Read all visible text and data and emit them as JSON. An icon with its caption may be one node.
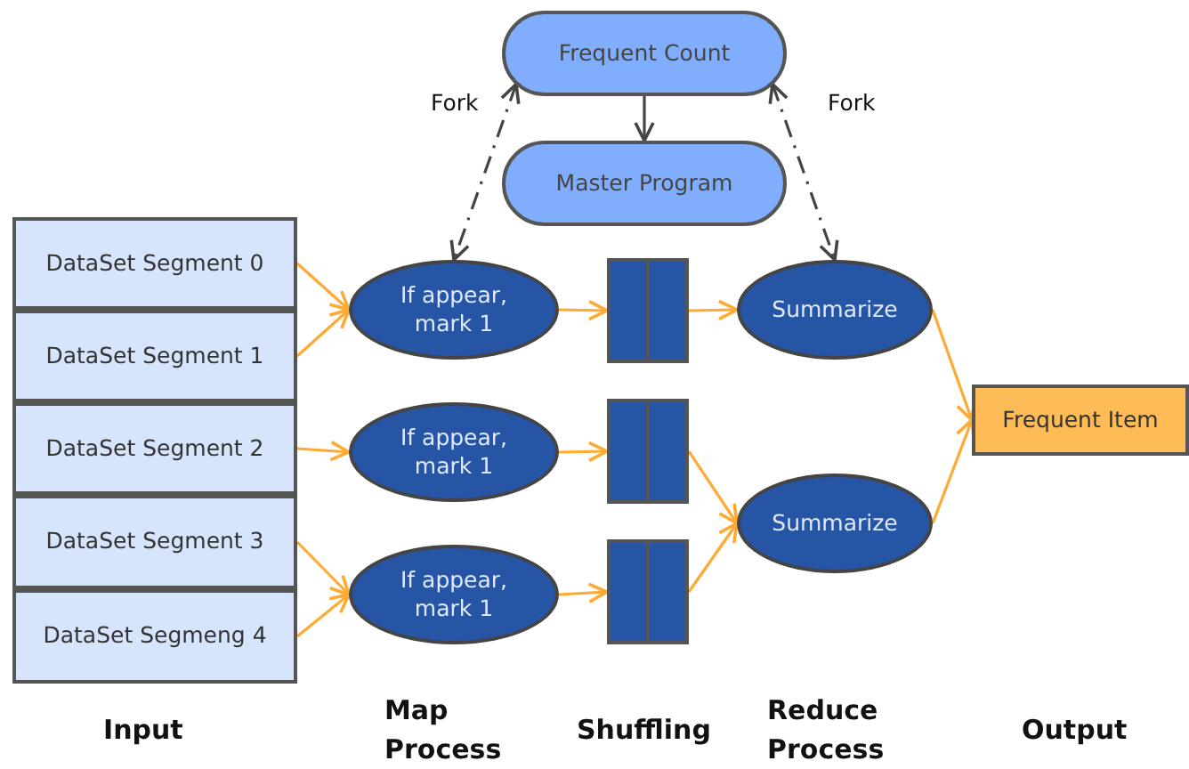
{
  "diagram": {
    "nodes": [
      {
        "text": [
          "Frequent Count"
        ]
      },
      {
        "text": [
          "Master Program"
        ]
      },
      {
        "text": [
          "DataSet Segment 0"
        ]
      },
      {
        "text": [
          "DataSet Segment 1"
        ]
      },
      {
        "text": [
          "DataSet Segment 2"
        ]
      },
      {
        "text": [
          "DataSet Segment 3"
        ]
      },
      {
        "text": [
          "DataSet Segmeng 4"
        ]
      },
      {
        "text": [
          "If appear, mark 1"
        ]
      },
      {
        "text": [
          "If appear, mark 1"
        ]
      },
      {
        "text": [
          "If appear, mark 1"
        ]
      },
      {
        "text": [],
        "shape": "box"
      },
      {
        "text": [],
        "shape": "box"
      },
      {
        "text": [],
        "shape": "box"
      },
      {
        "text": [
          "Summarize"
        ]
      },
      {
        "text": [
          "Summarize"
        ]
      },
      {
        "text": [
          "Frequent Item"
        ]
      }
    ],
    "edges": [
      {
        "from": 0,
        "to": 1,
        "arrow": "to",
        "color": "#444444"
      },
      {
        "from": 0,
        "to": 7,
        "arrow": "both",
        "label": "Fork",
        "style": "dashed",
        "color": "#444444"
      },
      {
        "from": 0,
        "to": 13,
        "arrow": "both",
        "label": "Fork",
        "style": "dashed",
        "color": "#444444"
      },
      {
        "from": 2,
        "to": 7,
        "arrow": "to"
      },
      {
        "from": 3,
        "to": 7,
        "arrow": "to"
      },
      {
        "from": 4,
        "to": 8,
        "arrow": "to"
      },
      {
        "from": 5,
        "to": 9,
        "arrow": "to"
      },
      {
        "from": 6,
        "to": 9,
        "arrow": "to"
      },
      {
        "from": 7,
        "to": 10,
        "arrow": "to"
      },
      {
        "from": 8,
        "to": 11,
        "arrow": "to"
      },
      {
        "from": 9,
        "to": 12,
        "arrow": "to"
      },
      {
        "from": 10,
        "to": 13,
        "arrow": "to"
      },
      {
        "from": 11,
        "to": 14,
        "arrow": "to"
      },
      {
        "from": 12,
        "to": 14,
        "arrow": "to"
      },
      {
        "from": 13,
        "to": 15,
        "arrow": "to"
      },
      {
        "from": 14,
        "to": 15,
        "arrow": "to"
      }
    ],
    "labels": [
      "Input",
      "Map Process",
      "Shuffling",
      "Reduce Process",
      "Output"
    ]
  }
}
